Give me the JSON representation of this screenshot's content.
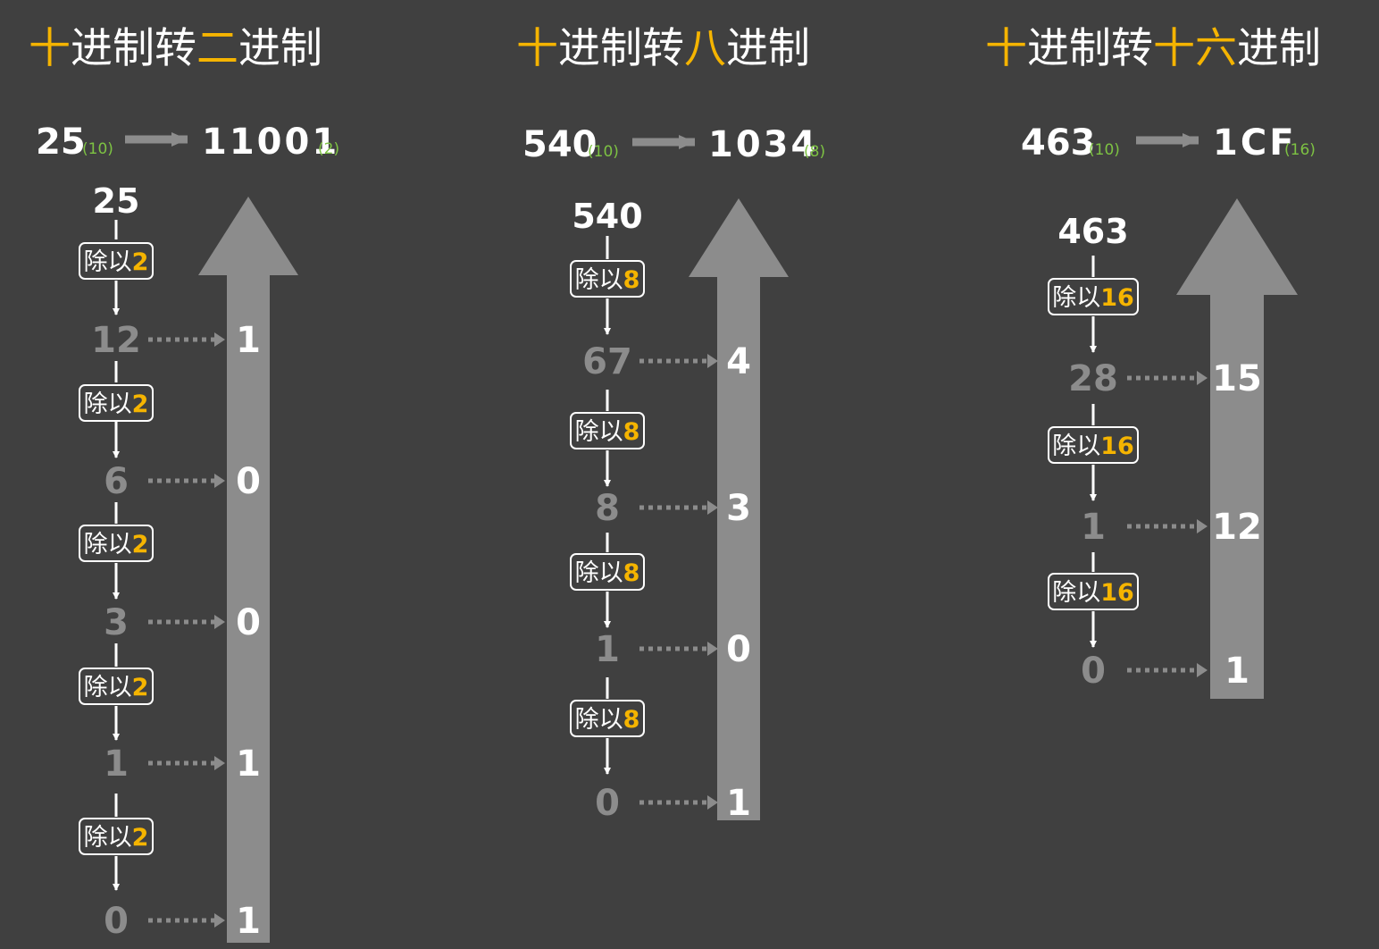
{
  "colors": {
    "background": "#404040",
    "accent": "#f5b400",
    "radix": "#7dc243",
    "quotient": "#8c8c8c",
    "big_arrow": "#8c8c8c",
    "text": "#ffffff"
  },
  "panels": [
    {
      "title": {
        "prefix": "十",
        "mid": "进制转",
        "highlight": "二",
        "suffix": "进制"
      },
      "from_number": "25",
      "from_base": "(10)",
      "to_number": "11001",
      "to_base": "(2)",
      "start_value": "25",
      "divide_label": "除以",
      "divisor": "2",
      "steps": [
        {
          "quotient": "12",
          "remainder": "1"
        },
        {
          "quotient": "6",
          "remainder": "0"
        },
        {
          "quotient": "3",
          "remainder": "0"
        },
        {
          "quotient": "1",
          "remainder": "1"
        },
        {
          "quotient": "0",
          "remainder": "1"
        }
      ]
    },
    {
      "title": {
        "prefix": "十",
        "mid": "进制转",
        "highlight": "八",
        "suffix": "进制"
      },
      "from_number": "540",
      "from_base": "(10)",
      "to_number": "1034",
      "to_base": "(8)",
      "start_value": "540",
      "divide_label": "除以",
      "divisor": "8",
      "steps": [
        {
          "quotient": "67",
          "remainder": "4"
        },
        {
          "quotient": "8",
          "remainder": "3"
        },
        {
          "quotient": "1",
          "remainder": "0"
        },
        {
          "quotient": "0",
          "remainder": "1"
        }
      ]
    },
    {
      "title": {
        "prefix": "十",
        "mid": "进制转",
        "highlight": "十六",
        "suffix": "进制"
      },
      "from_number": "463",
      "from_base": "(10)",
      "to_number": "1CF",
      "to_base": "(16)",
      "start_value": "463",
      "divide_label": "除以",
      "divisor": "16",
      "steps": [
        {
          "quotient": "28",
          "remainder": "15"
        },
        {
          "quotient": "1",
          "remainder": "12"
        },
        {
          "quotient": "0",
          "remainder": "1"
        }
      ]
    }
  ]
}
